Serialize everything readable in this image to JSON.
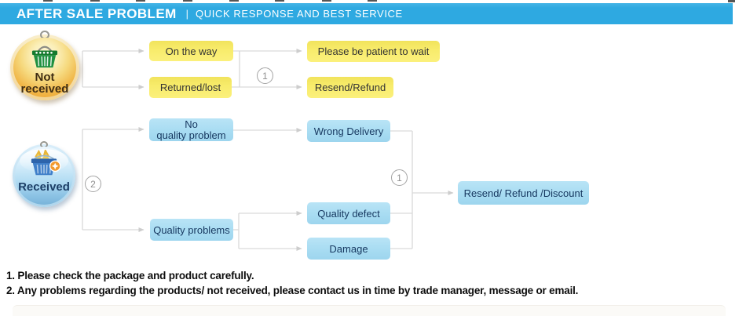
{
  "header": {
    "title": "AFTER SALE PROBLEM",
    "separator": "|",
    "subtitle": "QUICK RESPONSE AND BEST SERVICE"
  },
  "flow": {
    "badges": {
      "not_received": {
        "line1": "Not",
        "line2": "received",
        "icon": "green-basket-icon"
      },
      "received": {
        "label": "Received",
        "icon": "blue-basket-icon"
      }
    },
    "markers": {
      "case1_top": "1",
      "case2": "2",
      "case1_bottom": "1"
    },
    "nodes": {
      "on_the_way": "On the way",
      "returned_lost": "Returned/lost",
      "please_wait": "Please be patient to wait",
      "resend_refund": "Resend/Refund",
      "no_quality_problem_line1": "No",
      "no_quality_problem_line2": "quality problem",
      "wrong_delivery": "Wrong Delivery",
      "quality_problems": "Quality problems",
      "quality_defect": "Quality defect",
      "damage": "Damage",
      "resend_refund_discount": "Resend/ Refund /Discount"
    }
  },
  "footer": {
    "line1": "1. Please check the package and product carefully.",
    "line2": "2. Any problems regarding the products/ not received, please contact us in time by trade manager, message or email."
  },
  "colors": {
    "banner_blue": "#2EA9E1",
    "yellow_node": "#F8EC6C",
    "blue_node": "#A8DCF2",
    "connector_gray": "#D9D9D9",
    "not_received_badge": "#F0B546",
    "received_badge": "#A6D3EC"
  }
}
